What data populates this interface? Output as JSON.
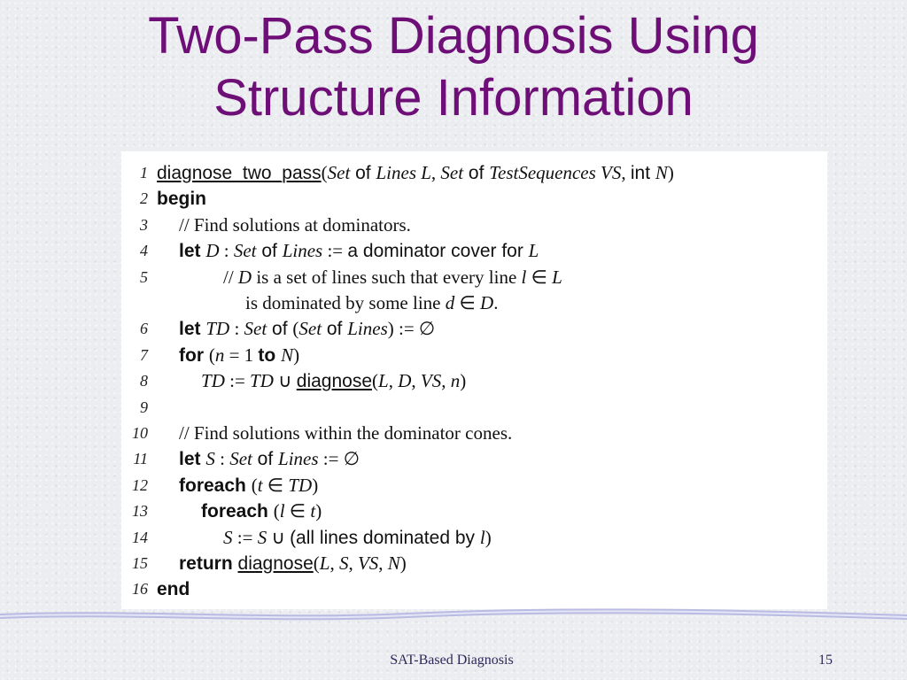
{
  "slide": {
    "title_lines": [
      "Two-Pass Diagnosis Using",
      "Structure Information"
    ],
    "footer": "SAT-Based Diagnosis",
    "page_number": "15"
  },
  "code": {
    "lines": [
      {
        "num": "1",
        "indent": 0,
        "segments": [
          {
            "s": "f",
            "t": "diagnose_two_pass"
          },
          {
            "s": "n",
            "t": "("
          },
          {
            "s": "m",
            "t": "Set"
          },
          {
            "s": "w",
            "t": " of "
          },
          {
            "s": "m",
            "t": "Lines L"
          },
          {
            "s": "n",
            "t": ",  "
          },
          {
            "s": "m",
            "t": "Set"
          },
          {
            "s": "w",
            "t": " of "
          },
          {
            "s": "m",
            "t": "TestSequences V"
          },
          {
            "s": "m",
            "t": "S"
          },
          {
            "s": "n",
            "t": ",  "
          },
          {
            "s": "w",
            "t": "int "
          },
          {
            "s": "m",
            "t": "N"
          },
          {
            "s": "n",
            "t": ")"
          }
        ]
      },
      {
        "num": "2",
        "indent": 0,
        "segments": [
          {
            "s": "k",
            "t": "begin"
          }
        ]
      },
      {
        "num": "3",
        "indent": 1,
        "segments": [
          {
            "s": "n",
            "t": "// Find solutions at dominators."
          }
        ]
      },
      {
        "num": "4",
        "indent": 1,
        "segments": [
          {
            "s": "k",
            "t": "let "
          },
          {
            "s": "m",
            "t": "D"
          },
          {
            "s": "n",
            "t": " : "
          },
          {
            "s": "m",
            "t": "Set"
          },
          {
            "s": "w",
            "t": " of "
          },
          {
            "s": "m",
            "t": "Lines"
          },
          {
            "s": "n",
            "t": " := "
          },
          {
            "s": "w",
            "t": "a dominator cover for "
          },
          {
            "s": "m",
            "t": "L"
          }
        ]
      },
      {
        "num": "5",
        "indent": 3,
        "segments": [
          {
            "s": "n",
            "t": "// "
          },
          {
            "s": "m",
            "t": "D"
          },
          {
            "s": "n",
            "t": " is a set of lines such that every line "
          },
          {
            "s": "m",
            "t": "l"
          },
          {
            "s": "n",
            "t": " ∈ "
          },
          {
            "s": "m",
            "t": "L"
          }
        ]
      },
      {
        "num": "",
        "indent": 4,
        "segments": [
          {
            "s": "n",
            "t": "is dominated by some line "
          },
          {
            "s": "m",
            "t": "d"
          },
          {
            "s": "n",
            "t": " ∈ "
          },
          {
            "s": "m",
            "t": "D"
          },
          {
            "s": "n",
            "t": "."
          }
        ]
      },
      {
        "num": "6",
        "indent": 1,
        "segments": [
          {
            "s": "k",
            "t": "let "
          },
          {
            "s": "m",
            "t": "T"
          },
          {
            "s": "m",
            "t": "D"
          },
          {
            "s": "n",
            "t": " : "
          },
          {
            "s": "m",
            "t": "Set"
          },
          {
            "s": "w",
            "t": " of "
          },
          {
            "s": "n",
            "t": "("
          },
          {
            "s": "m",
            "t": "Set"
          },
          {
            "s": "w",
            "t": " of "
          },
          {
            "s": "m",
            "t": "Lines"
          },
          {
            "s": "n",
            "t": ") := ∅"
          }
        ]
      },
      {
        "num": "7",
        "indent": 1,
        "segments": [
          {
            "s": "k",
            "t": "for "
          },
          {
            "s": "n",
            "t": "("
          },
          {
            "s": "m",
            "t": "n"
          },
          {
            "s": "n",
            "t": " = 1 "
          },
          {
            "s": "k",
            "t": "to "
          },
          {
            "s": "m",
            "t": "N"
          },
          {
            "s": "n",
            "t": ")"
          }
        ]
      },
      {
        "num": "8",
        "indent": 2,
        "segments": [
          {
            "s": "m",
            "t": "T"
          },
          {
            "s": "m",
            "t": "D"
          },
          {
            "s": "n",
            "t": " := "
          },
          {
            "s": "m",
            "t": "T"
          },
          {
            "s": "m",
            "t": "D"
          },
          {
            "s": "n",
            "t": " ∪ "
          },
          {
            "s": "f",
            "t": "diagnose"
          },
          {
            "s": "n",
            "t": "("
          },
          {
            "s": "m",
            "t": "L"
          },
          {
            "s": "n",
            "t": ", "
          },
          {
            "s": "m",
            "t": "D"
          },
          {
            "s": "n",
            "t": ", "
          },
          {
            "s": "m",
            "t": "V"
          },
          {
            "s": "m",
            "t": "S"
          },
          {
            "s": "n",
            "t": ", "
          },
          {
            "s": "m",
            "t": "n"
          },
          {
            "s": "n",
            "t": ")"
          }
        ]
      },
      {
        "num": "9",
        "indent": 0,
        "segments": []
      },
      {
        "num": "10",
        "indent": 1,
        "segments": [
          {
            "s": "n",
            "t": "// Find solutions within the dominator cones."
          }
        ]
      },
      {
        "num": "11",
        "indent": 1,
        "segments": [
          {
            "s": "k",
            "t": "let "
          },
          {
            "s": "m",
            "t": "S"
          },
          {
            "s": "n",
            "t": " : "
          },
          {
            "s": "m",
            "t": "Set"
          },
          {
            "s": "w",
            "t": " of "
          },
          {
            "s": "m",
            "t": "Lines"
          },
          {
            "s": "n",
            "t": " := ∅"
          }
        ]
      },
      {
        "num": "12",
        "indent": 1,
        "segments": [
          {
            "s": "k",
            "t": "foreach "
          },
          {
            "s": "n",
            "t": "("
          },
          {
            "s": "m",
            "t": "t"
          },
          {
            "s": "n",
            "t": " ∈ "
          },
          {
            "s": "m",
            "t": "T"
          },
          {
            "s": "m",
            "t": "D"
          },
          {
            "s": "n",
            "t": ")"
          }
        ]
      },
      {
        "num": "13",
        "indent": 2,
        "segments": [
          {
            "s": "k",
            "t": "foreach "
          },
          {
            "s": "n",
            "t": "("
          },
          {
            "s": "m",
            "t": "l"
          },
          {
            "s": "n",
            "t": " ∈ "
          },
          {
            "s": "m",
            "t": "t"
          },
          {
            "s": "n",
            "t": ")"
          }
        ]
      },
      {
        "num": "14",
        "indent": 3,
        "segments": [
          {
            "s": "m",
            "t": "S"
          },
          {
            "s": "n",
            "t": " := "
          },
          {
            "s": "m",
            "t": "S"
          },
          {
            "s": "n",
            "t": " ∪ "
          },
          {
            "s": "w",
            "t": "(all lines dominated by "
          },
          {
            "s": "m",
            "t": "l"
          },
          {
            "s": "n",
            "t": ")"
          }
        ]
      },
      {
        "num": "15",
        "indent": 1,
        "segments": [
          {
            "s": "k",
            "t": "return "
          },
          {
            "s": "f",
            "t": "diagnose"
          },
          {
            "s": "n",
            "t": "("
          },
          {
            "s": "m",
            "t": "L"
          },
          {
            "s": "n",
            "t": ", "
          },
          {
            "s": "m",
            "t": "S"
          },
          {
            "s": "n",
            "t": ", "
          },
          {
            "s": "m",
            "t": "V"
          },
          {
            "s": "m",
            "t": "S"
          },
          {
            "s": "n",
            "t": ", "
          },
          {
            "s": "m",
            "t": "N"
          },
          {
            "s": "n",
            "t": ")"
          }
        ]
      },
      {
        "num": "16",
        "indent": 0,
        "segments": [
          {
            "s": "k",
            "t": "end"
          }
        ]
      }
    ]
  }
}
